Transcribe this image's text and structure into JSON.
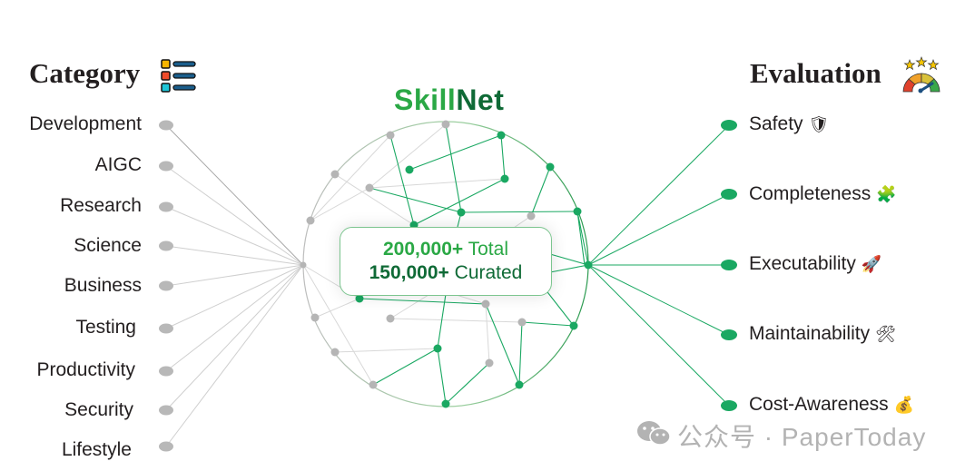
{
  "category": {
    "heading": "Category",
    "icon": "list-icon",
    "items": [
      {
        "label": "Development"
      },
      {
        "label": "AIGC"
      },
      {
        "label": "Research"
      },
      {
        "label": "Science"
      },
      {
        "label": "Business"
      },
      {
        "label": "Testing"
      },
      {
        "label": "Productivity"
      },
      {
        "label": "Security"
      },
      {
        "label": "Lifestyle"
      }
    ]
  },
  "evaluation": {
    "heading": "Evaluation",
    "icon": "gauge-stars-icon",
    "items": [
      {
        "label": "Safety",
        "emoji": "🛡",
        "icon": "shield-icon"
      },
      {
        "label": "Completeness",
        "emoji": "🧩",
        "icon": "puzzle-icon"
      },
      {
        "label": "Executability",
        "emoji": "🚀",
        "icon": "rocket-icon"
      },
      {
        "label": "Maintainability",
        "emoji": "🛠",
        "icon": "tools-icon"
      },
      {
        "label": "Cost-Awareness",
        "emoji": "💰",
        "icon": "money-bag-icon"
      }
    ]
  },
  "center": {
    "title_part1": "Skill",
    "title_part2": "Net",
    "total_value": "200,000+",
    "total_label": " Total",
    "curated_value": "150,000+",
    "curated_label": " Curated"
  },
  "colors": {
    "green_light": "#2aa845",
    "green_dark": "#0f6a36",
    "node_green": "#1aa862",
    "node_gray": "#b5b5b5",
    "text": "#231f20"
  },
  "watermark": {
    "icon": "wechat-icon",
    "text": "公众号 · PaperToday"
  }
}
